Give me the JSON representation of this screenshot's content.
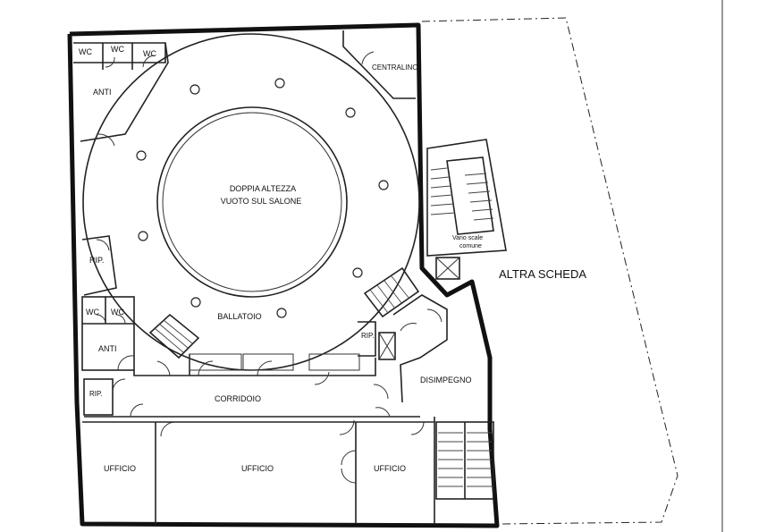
{
  "labels": {
    "wc_1": "WC",
    "wc_2": "WC",
    "wc_3": "WC",
    "anti_top": "ANTI",
    "centralino": "CENTRALINO",
    "doppia_altezza_1": "DOPPIA ALTEZZA",
    "doppia_altezza_2": "VUOTO SUL SALONE",
    "rip_left": "RIP.",
    "wc_4": "WC",
    "wc_5": "WC",
    "anti_bottom": "ANTI",
    "ballatoio": "BALLATOIO",
    "rip_mid": "RIP.",
    "rip_bottom": "RIP.",
    "corridoio": "CORRIDOIO",
    "disimpegno": "DISIMPEGNO",
    "vano_scale_1": "Vano scale",
    "vano_scale_2": "comune",
    "altra_scheda": "ALTRA SCHEDA",
    "ufficio_1": "UFFICIO",
    "ufficio_2": "UFFICIO",
    "ufficio_3": "UFFICIO"
  }
}
